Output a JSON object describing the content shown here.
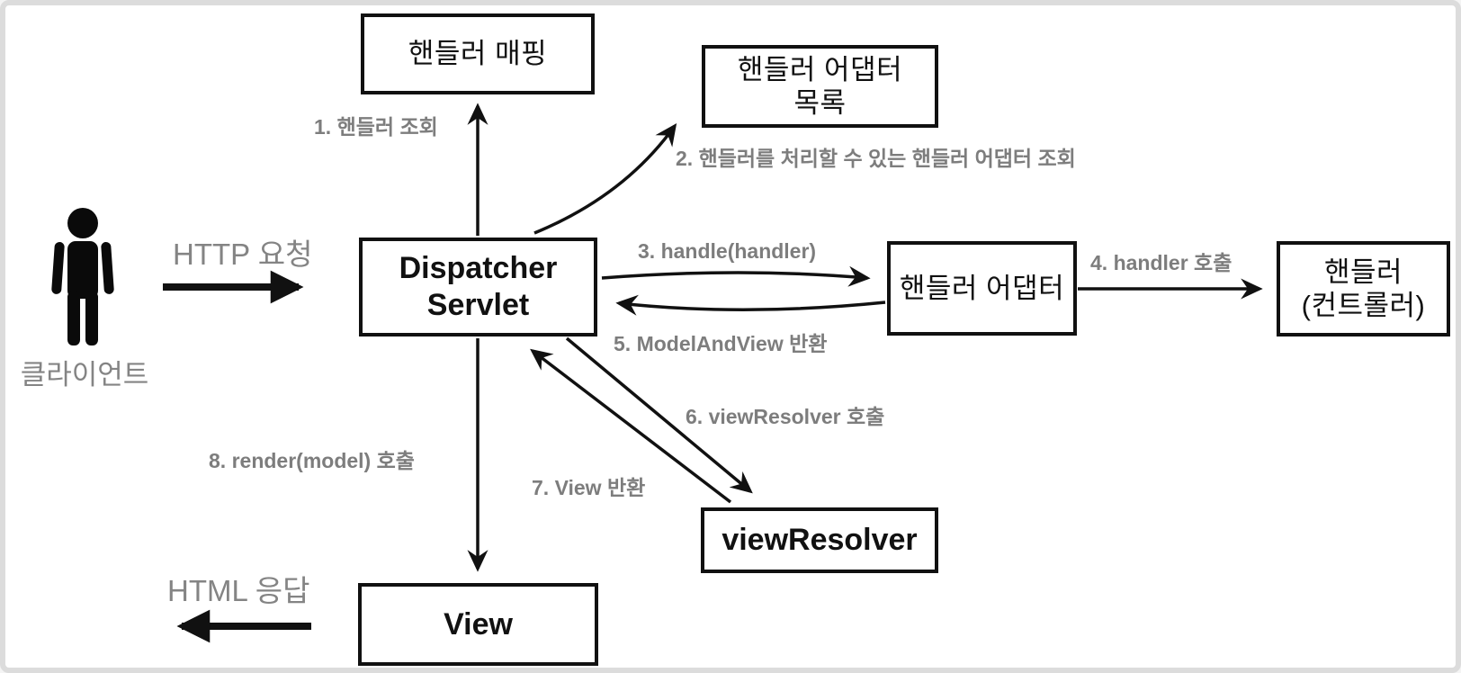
{
  "nodes": {
    "handler_mapping": {
      "label": "핸들러 매핑"
    },
    "handler_adapter_list": {
      "line1": "핸들러 어댑터",
      "line2": "목록"
    },
    "dispatcher_servlet": {
      "line1": "Dispatcher",
      "line2": "Servlet"
    },
    "handler_adapter": {
      "label": "핸들러 어댑터"
    },
    "handler_controller": {
      "line1": "핸들러",
      "line2": "(컨트롤러)"
    },
    "view_resolver": {
      "label": "viewResolver"
    },
    "view": {
      "label": "View"
    }
  },
  "actor": {
    "label": "클라이언트"
  },
  "edges": {
    "http_request": "HTTP 요청",
    "html_response": "HTML 응답",
    "step1": "1. 핸들러 조회",
    "step2": "2. 핸들러를 처리할 수 있는 핸들러 어댑터 조회",
    "step3": "3. handle(handler)",
    "step4": "4. handler 호출",
    "step5": "5. ModelAndView 반환",
    "step6": "6. viewResolver 호출",
    "step7": "7. View 반환",
    "step8": "8. render(model) 호출"
  },
  "colors": {
    "box_border": "#111111",
    "box_text": "#111111",
    "label_gray": "#7d7d7d",
    "frame_border": "#dcdcdc",
    "background": "#ffffff"
  }
}
